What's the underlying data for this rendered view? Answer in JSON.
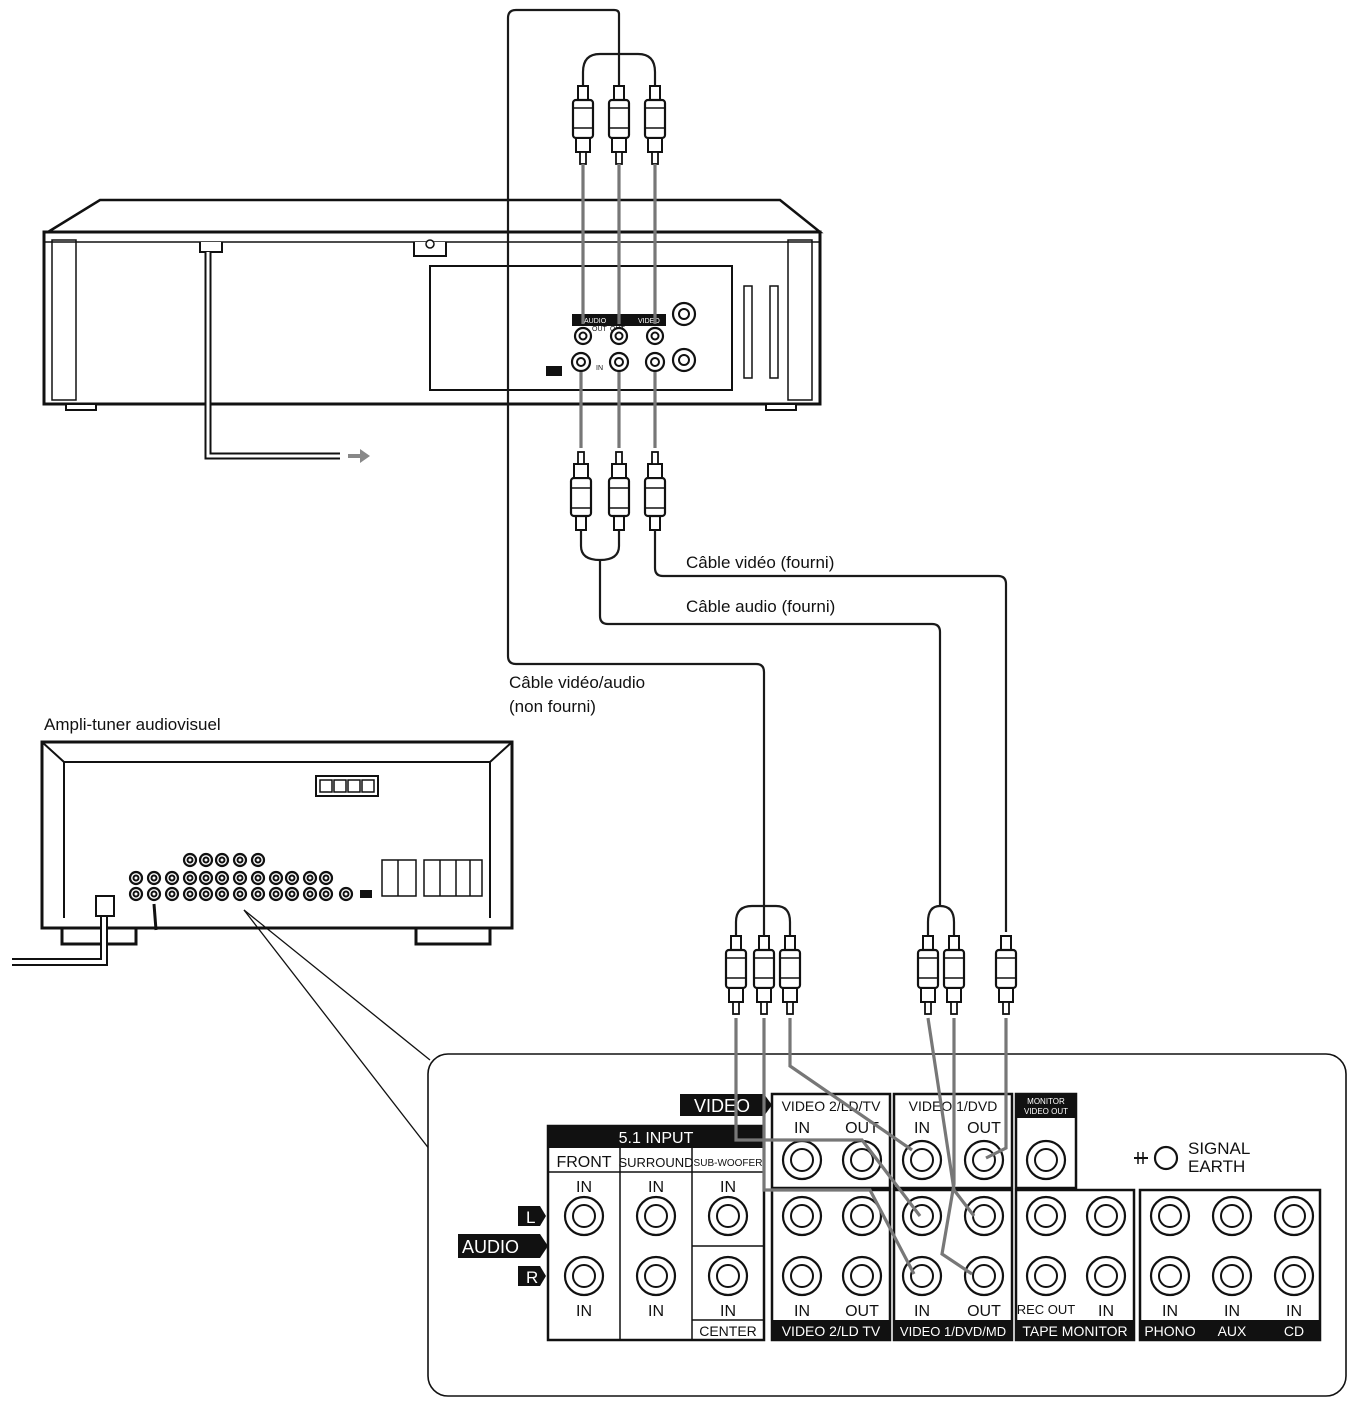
{
  "labels": {
    "cable_video": "Câble vidéo (fourni)",
    "cable_audio": "Câble audio (fourni)",
    "cable_av_line1": "Câble vidéo/audio",
    "cable_av_line2": "(non fourni)",
    "amp_title": "Ampli-tuner audiovisuel"
  },
  "vcr_panel": {
    "audio_label": "AUDIO",
    "video_label": "VIDEO",
    "out_left": "OUT",
    "out_right": "OUT",
    "in_label": "IN"
  },
  "panel": {
    "video": "VIDEO",
    "audio": "AUDIO",
    "l": "L",
    "r": "R",
    "five_one_input": "5.1 INPUT",
    "front": "FRONT",
    "surround": "SURROUND",
    "subwoofer": "SUB-WOOFER",
    "center": "CENTER",
    "in": "IN",
    "out": "OUT",
    "video2_top": "VIDEO 2/LD/TV",
    "video1_top": "VIDEO 1/DVD",
    "monitor_out_1": "MONITOR",
    "monitor_out_2": "VIDEO OUT",
    "signal": "SIGNAL",
    "earth": "EARTH",
    "video2_bottom": "VIDEO 2/LD TV",
    "video1_bottom": "VIDEO 1/DVD/MD",
    "tape_monitor": "TAPE MONITOR",
    "rec_out": "REC OUT",
    "phono": "PHONO",
    "aux": "AUX",
    "cd": "CD"
  }
}
